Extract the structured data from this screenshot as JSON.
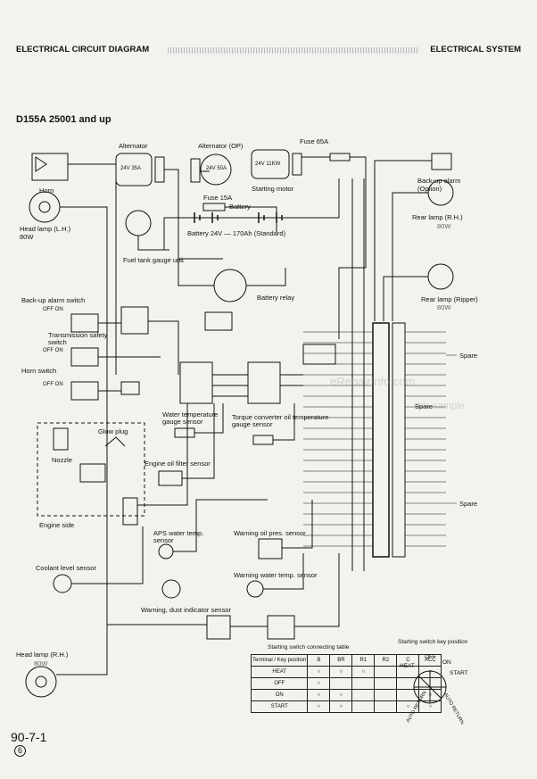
{
  "header": {
    "left": "ELECTRICAL CIRCUIT DIAGRAM",
    "right": "ELECTRICAL SYSTEM"
  },
  "model": "D155A   25001 and up",
  "components": {
    "horn": "Horn",
    "head_lamp_lh": "Head lamp (L.H.)",
    "head_lamp_lh_w": "80W",
    "alternator": "Alternator",
    "alternator_rating": "24V 35A",
    "alternator_op": "Alternator (OP)",
    "alternator_op_rating": "24V 50A",
    "fuse_65a": "Fuse 65A",
    "starting_motor": "Starting motor",
    "starting_motor_rating": "24V 11KW",
    "fuse_15a": "Fuse 15A",
    "battery": "Battery",
    "battery_spec": "Battery 24V — 170Ah (Standard)",
    "battery_relay": "Battery relay",
    "fuel_gauge": "Fuel tank gauge unit",
    "backup_alarm": "Back-up alarm (Option)",
    "rear_lamp_rh": "Rear lamp (R.H.)",
    "rear_lamp_rh_w": "80W",
    "rear_lamp_ripper": "Rear lamp (Ripper)",
    "rear_lamp_ripper_w": "80W",
    "backup_switch": "Back-up alarm switch",
    "trans_switch": "Transmission safety switch",
    "horn_switch": "Horn switch",
    "water_temp": "Water temperature gauge sensor",
    "torque_temp": "Torque converter oil temperature gauge sensor",
    "glow_plug": "Glow plug",
    "nozzle": "Nozzle",
    "oil_filter": "Engine oil filter sensor",
    "engine_side": "Engine side",
    "aps_sensor": "APS water temp. sensor",
    "warn_oil": "Warning oil pres. sensor",
    "coolant": "Coolant level sensor",
    "warn_water": "Warning water temp. sensor",
    "dust": "Warning, dust indicator sensor",
    "head_lamp_rh": "Head lamp (R.H.)",
    "head_lamp_rh_w": "80W",
    "spare1": "Spare",
    "spare2": "Spare",
    "spare3": "Spare"
  },
  "off_on": [
    "OFF ON",
    "OFF ON",
    "OFF ON"
  ],
  "table": {
    "title": "Starting switch connecting table",
    "corner": "Terminal / Key position",
    "terminals": [
      "B",
      "BR",
      "R1",
      "R2",
      "C",
      "ACC"
    ],
    "rows": [
      "HEAT",
      "OFF",
      "ON",
      "START"
    ]
  },
  "key": {
    "title": "Starting switch key position",
    "positions": [
      "HEAT",
      "OFF",
      "ON",
      "START"
    ],
    "auto_return_l": "AUTO RETURN",
    "auto_return_r": "AUTO RETURN"
  },
  "page_number": "90-7-1",
  "page_sub": "6",
  "watermark": "eRepairInfo.com",
  "watermark2": "this sample"
}
